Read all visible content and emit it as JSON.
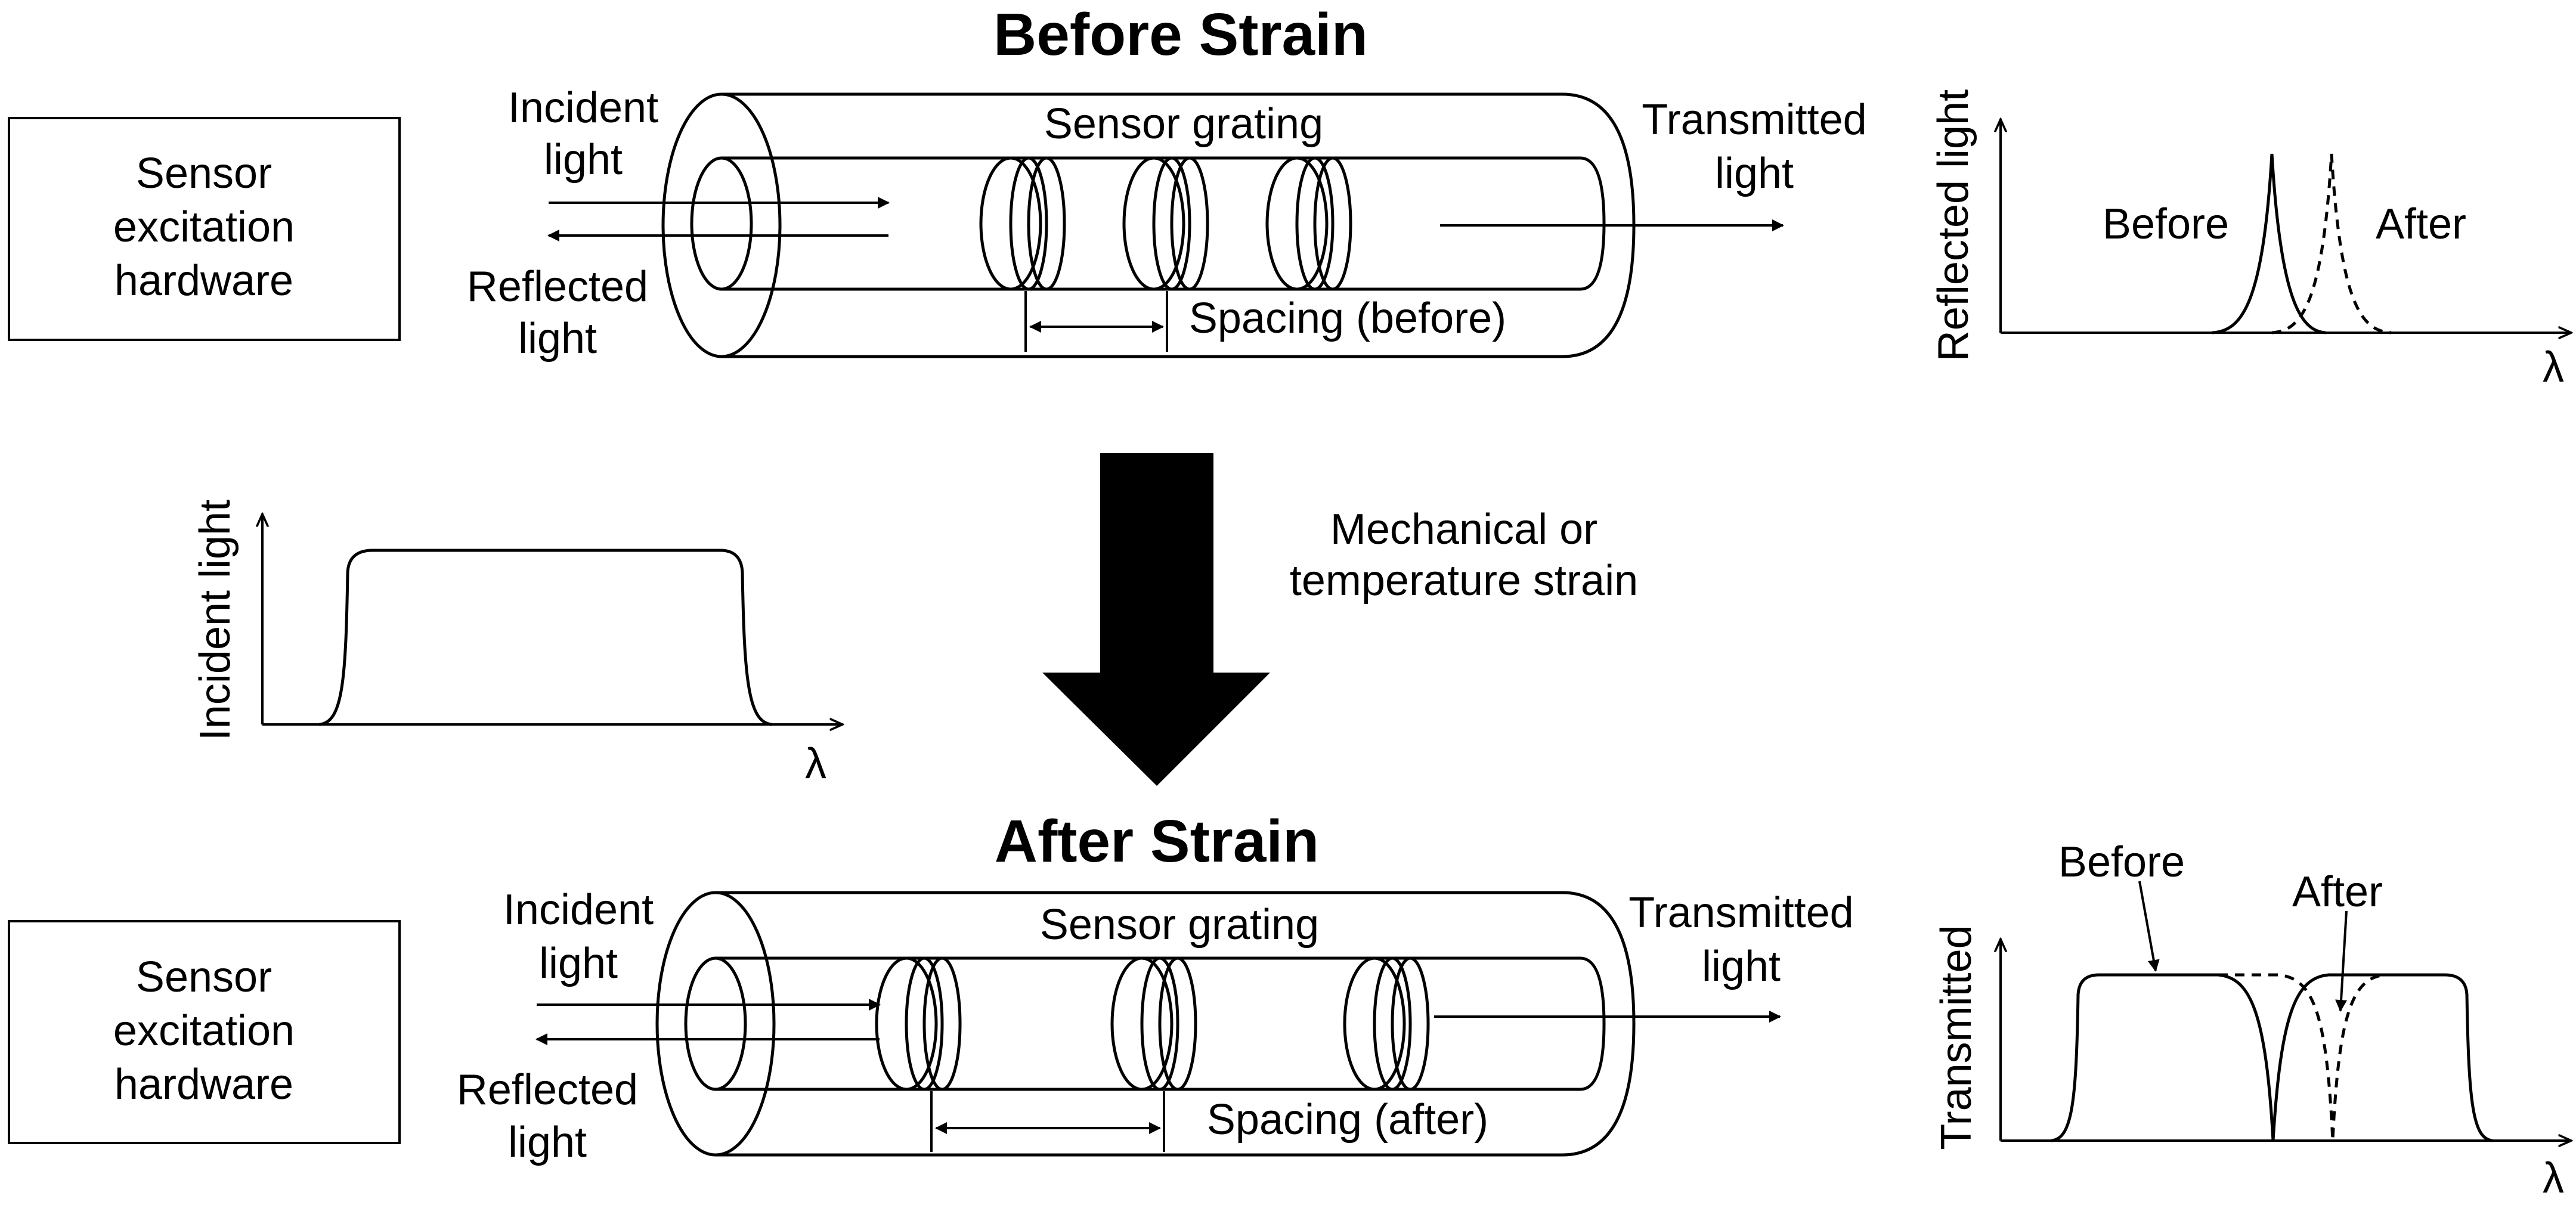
{
  "titles": {
    "before": "Before Strain",
    "after": "After Strain"
  },
  "hardware": {
    "top": [
      "Sensor",
      "excitation",
      "hardware"
    ],
    "bottom": [
      "Sensor",
      "excitation",
      "hardware"
    ]
  },
  "fiber_top": {
    "incident": [
      "Incident",
      "light"
    ],
    "reflected": [
      "Reflected",
      "light"
    ],
    "grating": "Sensor grating",
    "transmitted": [
      "Transmitted",
      "light"
    ],
    "spacing": "Spacing (before)"
  },
  "fiber_bottom": {
    "incident": [
      "Incident",
      "light"
    ],
    "reflected": [
      "Reflected",
      "light"
    ],
    "grating": "Sensor grating",
    "transmitted": [
      "Transmitted",
      "light"
    ],
    "spacing": "Spacing (after)"
  },
  "strain": [
    "Mechanical or",
    "temperature strain"
  ],
  "plot_reflected": {
    "ylabel": "Reflected light",
    "xlabel": "λ",
    "before": "Before",
    "after": "After"
  },
  "plot_incident": {
    "ylabel": "Incident light",
    "xlabel": "λ"
  },
  "plot_transmitted": {
    "ylabel": "Transmitted",
    "xlabel": "λ",
    "before": "Before",
    "after": "After"
  }
}
